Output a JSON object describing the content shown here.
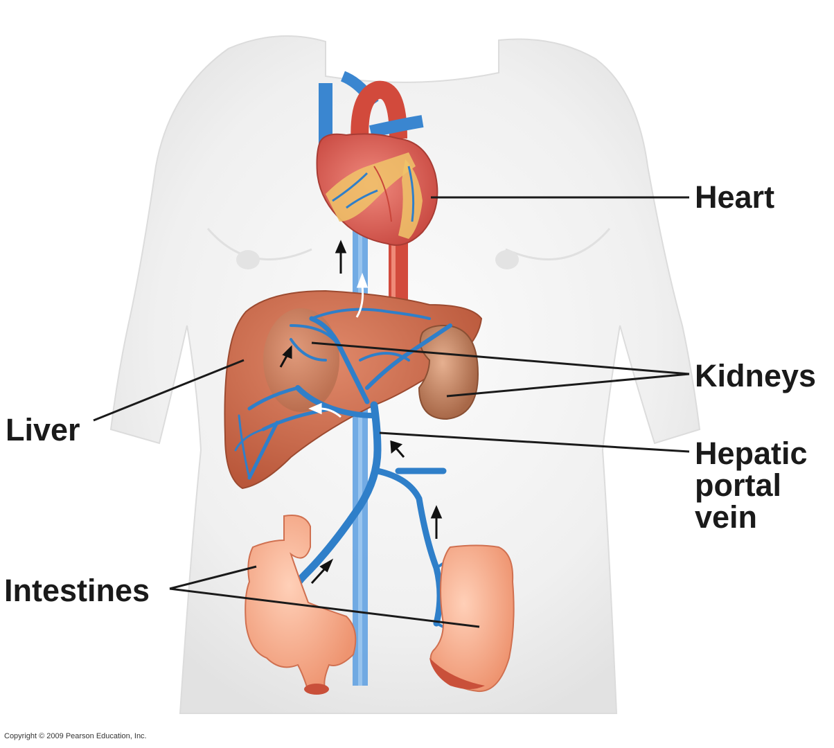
{
  "labels": {
    "heart": "Heart",
    "kidneys": "Kidneys",
    "liver": "Liver",
    "hepatic_portal_vein": "Hepatic\nportal\nvein",
    "intestines": "Intestines"
  },
  "copyright": "Copyright © 2009 Pearson Education, Inc.",
  "colors": {
    "body": "#f1f1f1",
    "vein_blue": "#2f7fc9",
    "artery_red": "#d9483a",
    "liver": "#c96a48",
    "kidney": "#c98a6a",
    "intestine": "#f2a585",
    "heart": "#e2685e",
    "heart_fat": "#f0c46a",
    "leader_line": "#1a1a1a"
  }
}
